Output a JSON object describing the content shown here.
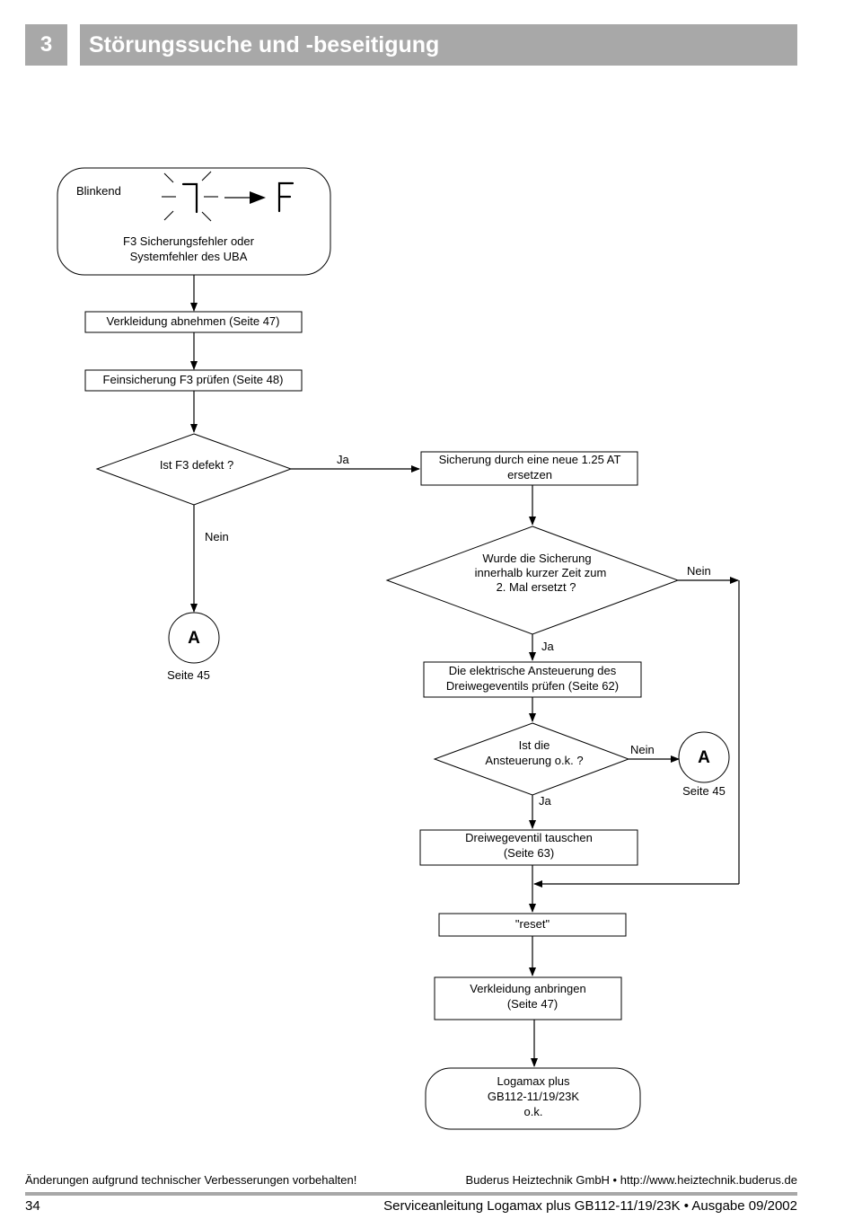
{
  "header": {
    "chapter_number": "3",
    "chapter_title": "Störungssuche und -beseitigung"
  },
  "flowchart": {
    "start": {
      "blink_label": "Blinkend",
      "display_digit": "7",
      "display_result": "F",
      "line1": "F3 Sicherungsfehler oder",
      "line2": "Systemfehler des UBA"
    },
    "step_remove_cover": "Verkleidung abnehmen (Seite 47)",
    "step_check_fuse": "Feinsicherung F3 prüfen (Seite 48)",
    "decision_fuse_defect": "Ist F3 defekt ?",
    "label_ja_1": "Ja",
    "label_nein_1": "Nein",
    "connector_a_left": {
      "letter": "A",
      "page": "Seite 45"
    },
    "step_replace_fuse": {
      "line1": "Sicherung durch eine neue 1.25 AT",
      "line2": "ersetzen"
    },
    "decision_replaced_twice": {
      "line1": "Wurde die Sicherung",
      "line2": "innerhalb kurzer Zeit zum",
      "line3": "2. Mal ersetzt ?"
    },
    "label_nein_2": "Nein",
    "label_ja_2": "Ja",
    "step_check_control": {
      "line1": "Die elektrische Ansteuerung des",
      "line2": "Dreiwegeventils prüfen (Seite 62)"
    },
    "decision_control_ok": {
      "line1": "Ist die",
      "line2": "Ansteuerung o.k. ?"
    },
    "label_nein_3": "Nein",
    "label_ja_3": "Ja",
    "connector_a_right": {
      "letter": "A",
      "page": "Seite 45"
    },
    "step_replace_valve": {
      "line1": "Dreiwegeventil tauschen",
      "line2": "(Seite 63)"
    },
    "step_reset": "\"reset\"",
    "step_attach_cover": {
      "line1": "Verkleidung anbringen",
      "line2": "(Seite 47)"
    },
    "end": {
      "line1": "Logamax plus",
      "line2": "GB112-11/19/23K",
      "line3": "o.k."
    }
  },
  "footer": {
    "note": "Änderungen aufgrund technischer Verbesserungen vorbehalten!",
    "company": "Buderus Heiztechnik GmbH • http://www.heiztechnik.buderus.de",
    "page_number": "34",
    "document": "Serviceanleitung Logamax plus GB112-11/19/23K • Ausgabe 09/2002"
  }
}
